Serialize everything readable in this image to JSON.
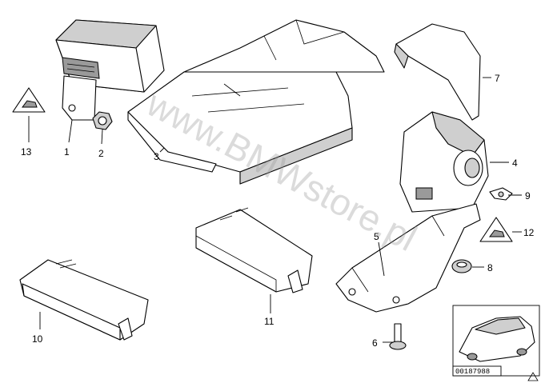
{
  "callouts": [
    {
      "id": "1",
      "label": "1"
    },
    {
      "id": "2",
      "label": "2"
    },
    {
      "id": "3",
      "label": "3"
    },
    {
      "id": "4",
      "label": "4"
    },
    {
      "id": "5",
      "label": "5"
    },
    {
      "id": "6",
      "label": "6"
    },
    {
      "id": "7",
      "label": "7"
    },
    {
      "id": "8",
      "label": "8"
    },
    {
      "id": "9",
      "label": "9"
    },
    {
      "id": "10",
      "label": "10"
    },
    {
      "id": "11",
      "label": "11"
    },
    {
      "id": "12",
      "label": "12"
    },
    {
      "id": "13",
      "label": "13"
    }
  ],
  "watermark": "www.BMWstore.pl",
  "document_number": "00187988",
  "colors": {
    "line": "#000000",
    "shade": "#cfcfcf",
    "watermark": "#9a9a9a"
  }
}
